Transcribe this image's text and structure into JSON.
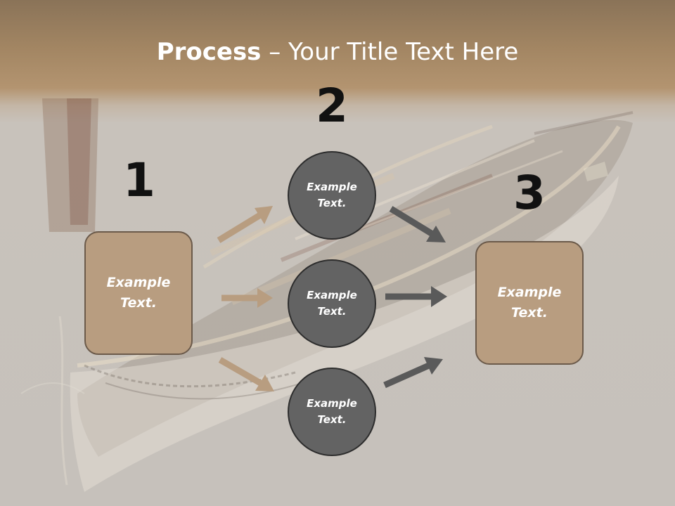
{
  "title": {
    "bold": "Process",
    "rest": " – Your Title Text Here"
  },
  "steps": {
    "one": {
      "number": "1",
      "text": "Example Text."
    },
    "two": {
      "number": "2",
      "items": [
        {
          "text": "Example Text."
        },
        {
          "text": "Example Text."
        },
        {
          "text": "Example Text."
        }
      ]
    },
    "three": {
      "number": "3",
      "text": "Example Text."
    }
  },
  "colors": {
    "box_fill": "#b89d80",
    "box_border": "#6b5a4a",
    "circle_fill": "#636363",
    "circle_border": "#2d2d2d",
    "arrow_tan": "#b89d80",
    "arrow_gray": "#5a5a5a",
    "number_color": "#111111"
  }
}
